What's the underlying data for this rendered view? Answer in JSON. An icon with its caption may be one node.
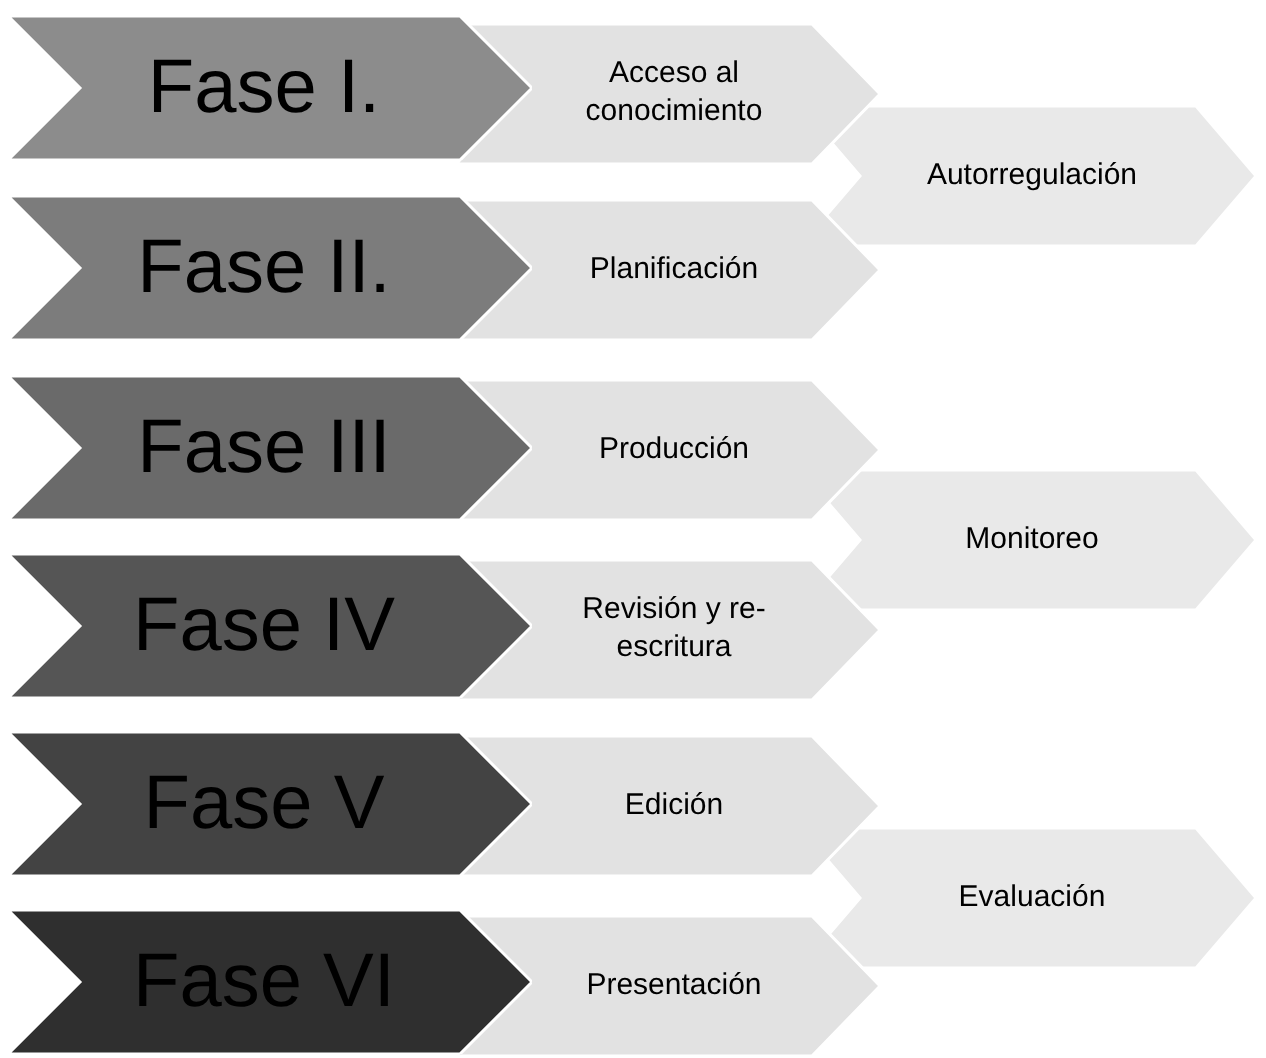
{
  "diagram": {
    "nodes": [
      {
        "text": [
          "Fase I."
        ]
      },
      {
        "text": [
          "Acceso al conocimiento"
        ]
      },
      {
        "text": [
          "Autorregulación"
        ]
      },
      {
        "text": [
          "Fase II."
        ]
      },
      {
        "text": [
          "Planificación"
        ]
      },
      {
        "text": [
          "Fase III"
        ]
      },
      {
        "text": [
          "Producción"
        ]
      },
      {
        "text": [
          "Monitoreo"
        ]
      },
      {
        "text": [
          "Fase IV"
        ]
      },
      {
        "text": [
          "Revisión y re-escritura"
        ]
      },
      {
        "text": [
          "Fase V"
        ]
      },
      {
        "text": [
          "Edición"
        ]
      },
      {
        "text": [
          "Evaluación"
        ]
      },
      {
        "text": [
          "Fase VI"
        ]
      },
      {
        "text": [
          "Presentación"
        ]
      }
    ]
  }
}
